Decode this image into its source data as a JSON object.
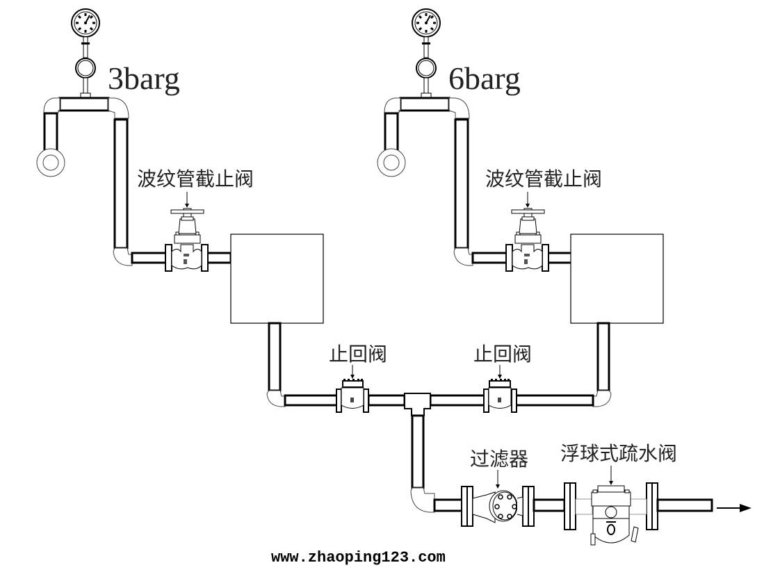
{
  "diagram": {
    "gauges": [
      {
        "id": "gauge-left",
        "pressure_label": "3barg"
      },
      {
        "id": "gauge-right",
        "pressure_label": "6barg"
      }
    ],
    "labels": {
      "bellows_valve_left": "波纹管截止阀",
      "bellows_valve_right": "波纹管截止阀",
      "check_valve_left": "止回阀",
      "check_valve_right": "止回阀",
      "strainer": "过滤器",
      "float_trap": "浮球式疏水阀"
    },
    "watermark": "www.zhaoping123.com",
    "flow_direction": "right",
    "colors": {
      "line": "#000000",
      "background": "#ffffff",
      "text": "#222222"
    }
  }
}
